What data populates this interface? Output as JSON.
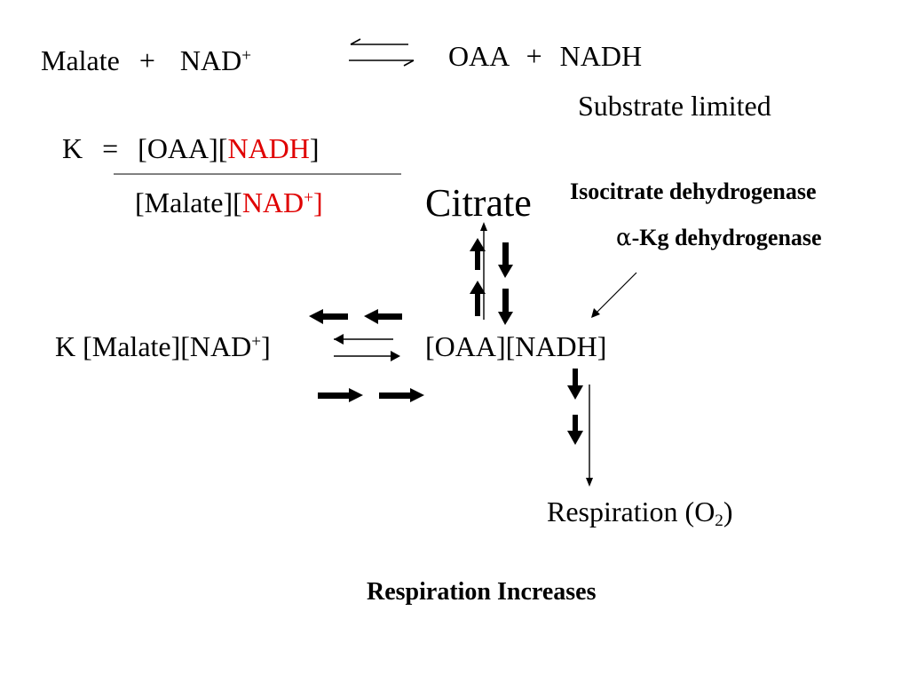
{
  "reaction": {
    "reactant_1": "Malate",
    "plus_1": "+",
    "reactant_2": "NAD",
    "reactant_2_charge": "+",
    "product_1": "OAA",
    "plus_2": "+",
    "product_2": "NADH"
  },
  "note": "Substrate limited",
  "equilibrium": {
    "k": "K",
    "equals": "=",
    "numerator_1": "[OAA][",
    "numerator_nadh": "NADH",
    "numerator_close": "]",
    "denominator_1": "[Malate][",
    "denominator_nad": "NAD",
    "denominator_nad_charge": "+",
    "denominator_close": "]"
  },
  "citrate": "Citrate",
  "enzymes": {
    "isocitrate": "Isocitrate dehydrogenase",
    "alpha_symbol": "α",
    "akg_rest": "-Kg dehydrogenase"
  },
  "equilibrium_line": {
    "left_prefix": "K [Malate][NAD",
    "left_charge": "+",
    "left_suffix": "]",
    "right": "[OAA][NADH]"
  },
  "respiration": {
    "label_prefix": "Respiration (O",
    "subscript": "2",
    "label_suffix": ")"
  },
  "conclusion": "Respiration Increases",
  "colors": {
    "highlight": "#e00000",
    "text": "#000000",
    "background": "#ffffff"
  }
}
